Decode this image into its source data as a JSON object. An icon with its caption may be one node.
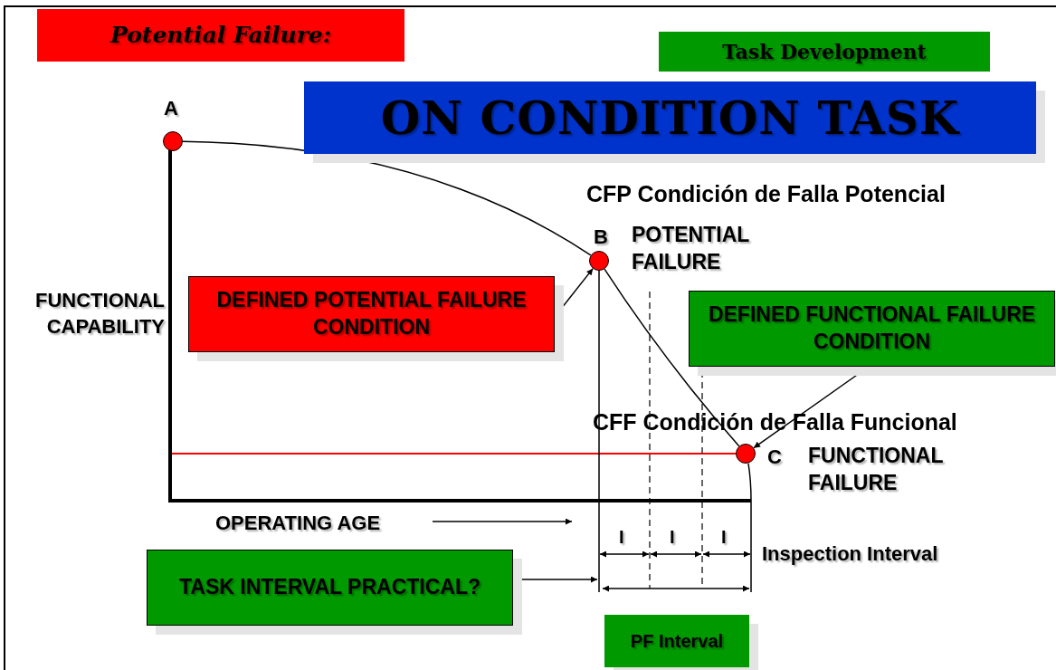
{
  "diagram": {
    "nodes": [
      {
        "text": [
          "Potential Failure:"
        ]
      },
      {
        "text": [
          "Task Development"
        ]
      },
      {
        "text": [
          "ON CONDITION TASK"
        ]
      },
      {
        "text": [],
        "shape": "circle",
        "beside": [
          "A"
        ]
      },
      {
        "text": [],
        "shape": "circle",
        "beside": [
          "B",
          "POTENTIAL FAILURE"
        ]
      },
      {
        "text": [],
        "shape": "circle",
        "beside": [
          "C",
          "FUNCTIONAL FAILURE"
        ]
      },
      {
        "text": [
          "DEFINED POTENTIAL FAILURE CONDITION"
        ]
      },
      {
        "text": [
          "DEFINED FUNCTIONAL FAILURE CONDITION"
        ]
      },
      {
        "text": [
          "TASK INTERVAL PRACTICAL?"
        ]
      },
      {
        "text": [
          "PF Interval"
        ]
      }
    ],
    "edges": [
      {
        "from": 3,
        "to": 4,
        "arrow": "none"
      },
      {
        "from": 4,
        "to": 5,
        "arrow": "none"
      },
      {
        "from": 6,
        "to": 4,
        "arrow": "to"
      },
      {
        "from": 7,
        "to": 5,
        "arrow": "to"
      },
      {
        "from": 8,
        "to": null,
        "arrow": "to"
      }
    ],
    "labels": [
      "CFP Condición de Falla Potencial",
      "FUNCTIONAL CAPABILITY",
      "CFF Condición de Falla Funcional",
      "OPERATING AGE",
      "I",
      "I",
      "I",
      "Inspection Interval"
    ]
  }
}
